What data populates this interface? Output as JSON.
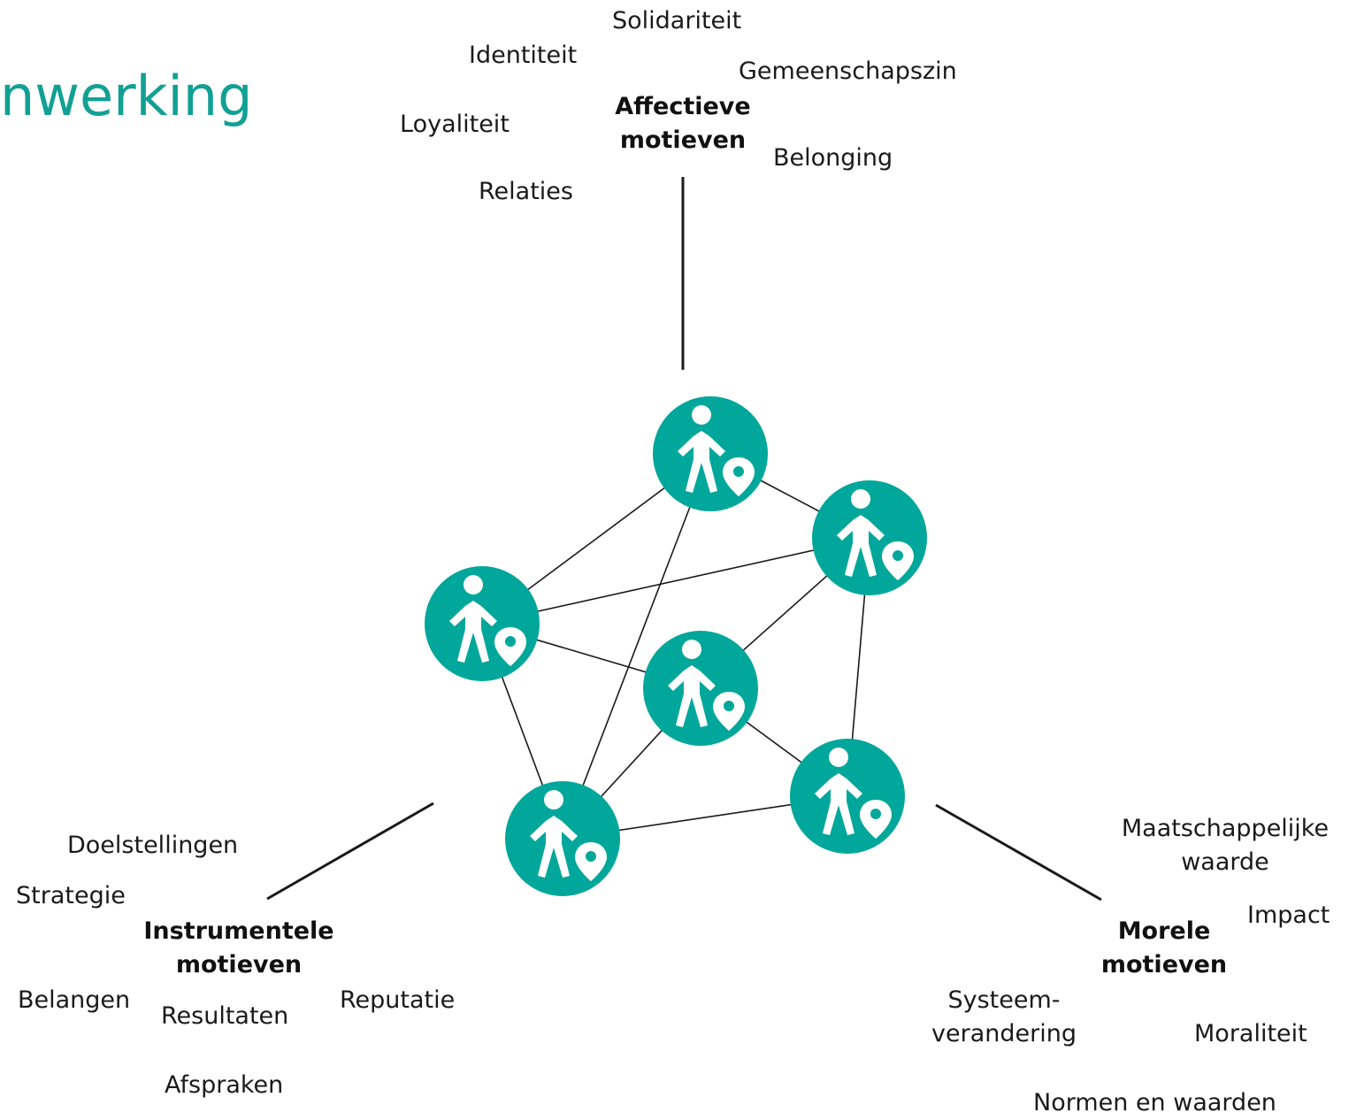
{
  "title": "nwerking",
  "colors": {
    "accent": "#12a094",
    "node_fill": "#00a79a",
    "icon": "#ffffff",
    "text": "#1a1a1a",
    "line": "#1a1a1a"
  },
  "icons": {
    "node": "person-with-location-pin-icon"
  },
  "groups": {
    "affectief": {
      "heading": [
        "Affectieve",
        "motieven"
      ],
      "terms": [
        "Solidariteit",
        "Identiteit",
        "Gemeenschapszin",
        "Loyaliteit",
        "Belonging",
        "Relaties"
      ]
    },
    "instrumenteel": {
      "heading": [
        "Instrumentele",
        "motieven"
      ],
      "terms": [
        "Doelstellingen",
        "Strategie",
        "Belangen",
        "Resultaten",
        "Reputatie",
        "Afspraken"
      ]
    },
    "moreel": {
      "heading": [
        "Morele",
        "motieven"
      ],
      "terms": [
        "Maatschappelijke",
        "waarde",
        "Impact",
        "Systeem-",
        "verandering",
        "Moraliteit",
        "Normen en waarden"
      ]
    }
  }
}
